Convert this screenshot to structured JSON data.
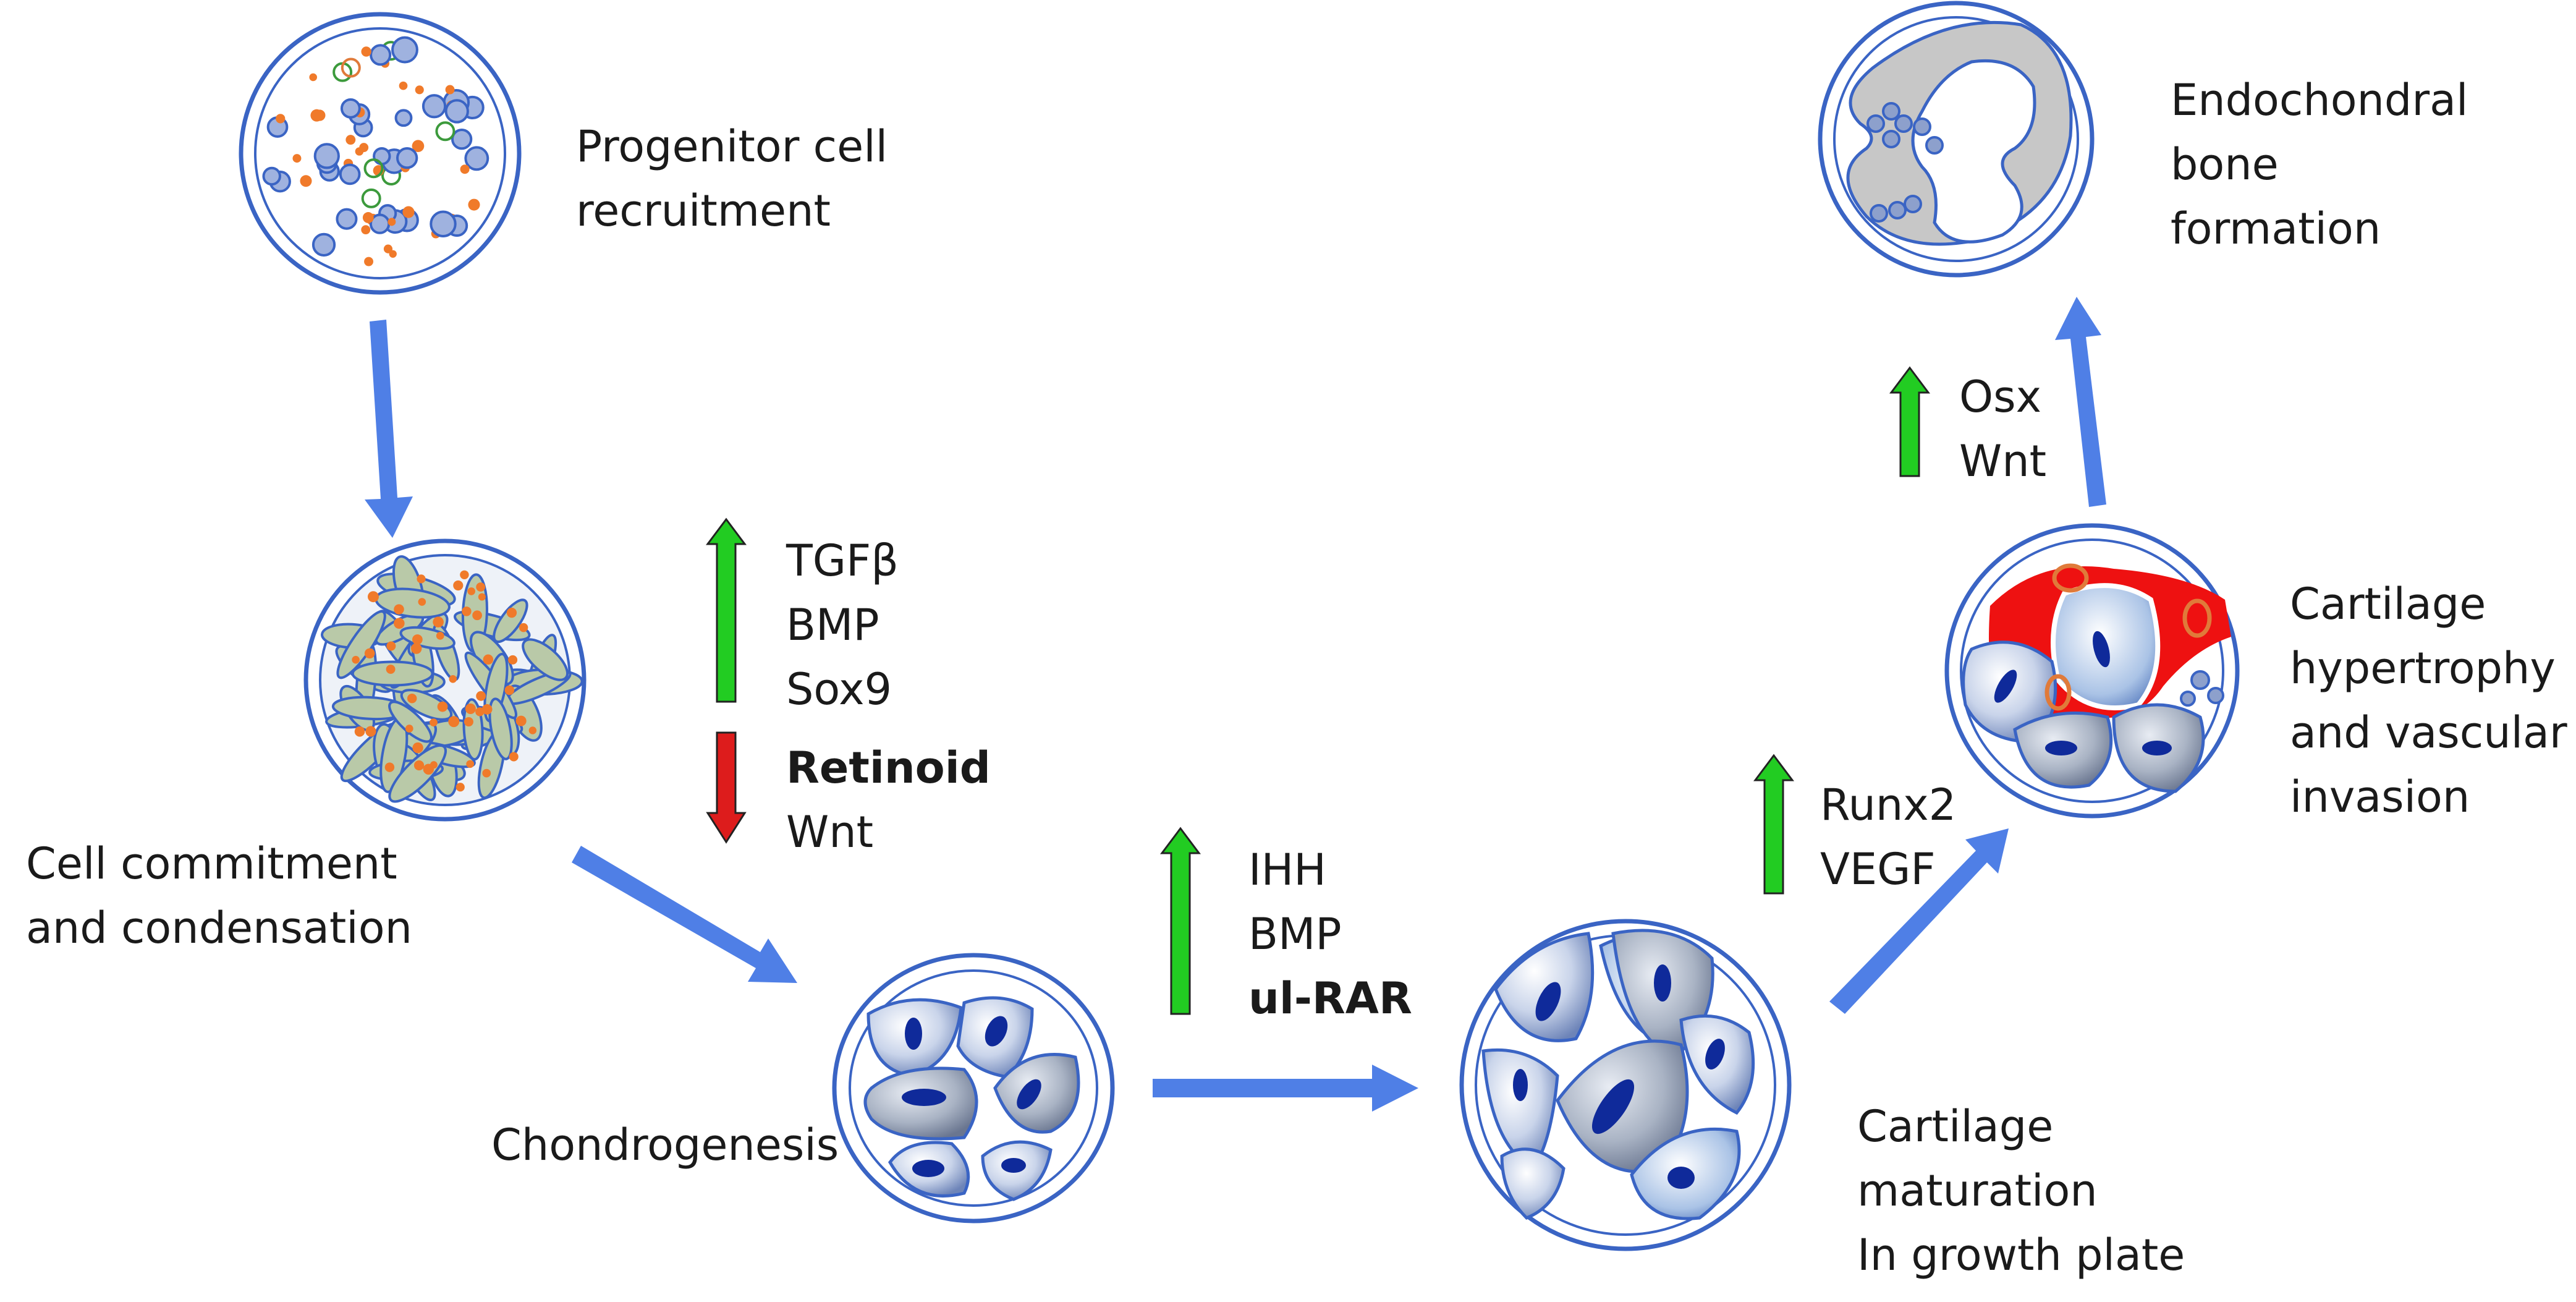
{
  "stages": [
    {
      "id": "progenitor",
      "lines": [
        "Progenitor cell",
        "recruitment"
      ]
    },
    {
      "id": "commitment",
      "lines": [
        "Cell commitment",
        "and condensation"
      ]
    },
    {
      "id": "chondrogenesis",
      "lines": [
        "Chondrogenesis"
      ]
    },
    {
      "id": "maturation",
      "lines": [
        "Cartilage",
        "maturation",
        "In growth plate"
      ]
    },
    {
      "id": "hypertrophy",
      "lines": [
        "Cartilage",
        "hypertrophy",
        "and vascular",
        "invasion"
      ]
    },
    {
      "id": "bone",
      "lines": [
        "Endochondral",
        "bone",
        "formation"
      ]
    }
  ],
  "factors": {
    "condensation_up": [
      "TGFβ",
      "BMP",
      "Sox9"
    ],
    "condensation_down": [
      "Retinoid",
      "Wnt"
    ],
    "chondrogenesis_up": [
      "IHH",
      "BMP",
      "ul-RAR"
    ],
    "hypertrophy_up": [
      "Runx2",
      "VEGF"
    ],
    "bone_up": [
      "Osx",
      "Wnt"
    ]
  },
  "colors": {
    "flow_arrow": "#4f7fe6",
    "up_arrow": "#22cc22",
    "down_arrow": "#dd1c1c",
    "circle_outline": "#3a64c4",
    "vessel": "#ee1111"
  }
}
